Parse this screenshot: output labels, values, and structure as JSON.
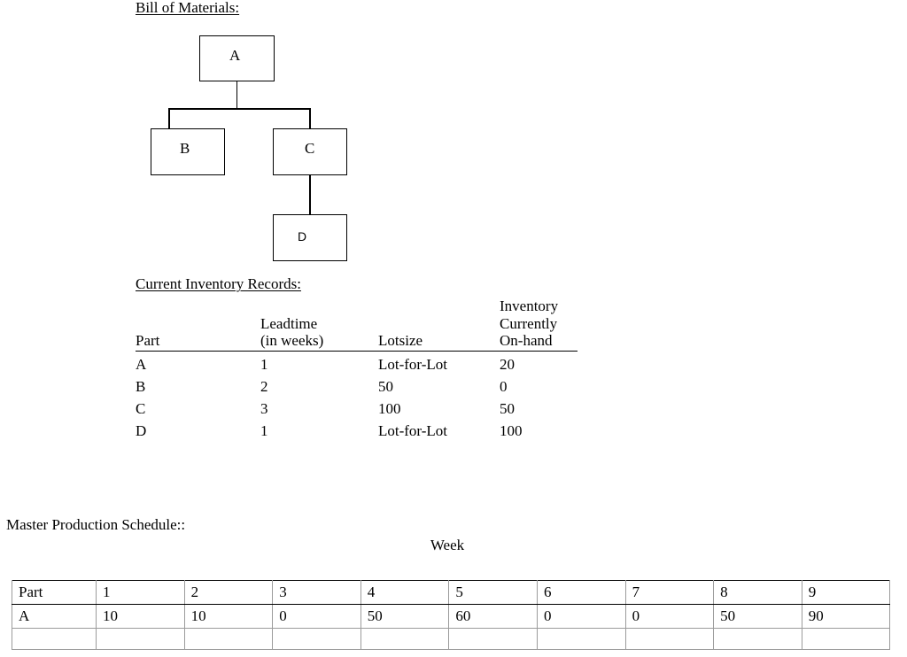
{
  "bom": {
    "heading": "Bill of Materials:",
    "nodes": [
      {
        "id": "a",
        "label": "A"
      },
      {
        "id": "b",
        "label": "B"
      },
      {
        "id": "c",
        "label": "C"
      },
      {
        "id": "d",
        "label": "D"
      }
    ]
  },
  "inventory": {
    "heading": "Current Inventory Records:",
    "headers": {
      "part": "Part",
      "leadtime": "Leadtime\n(in weeks)",
      "lotsize": "Lotsize",
      "onhand": "Inventory\nCurrently\nOn-hand"
    },
    "rows": [
      {
        "part": "A",
        "leadtime": "1",
        "lotsize": "Lot-for-Lot",
        "onhand": "20"
      },
      {
        "part": "B",
        "leadtime": "2",
        "lotsize": "50",
        "onhand": "0"
      },
      {
        "part": "C",
        "leadtime": "3",
        "lotsize": "100",
        "onhand": "50"
      },
      {
        "part": "D",
        "leadtime": "1",
        "lotsize": "Lot-for-Lot",
        "onhand": "100"
      }
    ]
  },
  "mps": {
    "heading": "Master Production Schedule::",
    "week_label": "Week",
    "part_header": "Part",
    "week_headers": [
      "1",
      "2",
      "3",
      "4",
      "5",
      "6",
      "7",
      "8",
      "9"
    ],
    "rows": [
      {
        "part": "A",
        "values": [
          "10",
          "10",
          "0",
          "50",
          "60",
          "0",
          "0",
          "50",
          "90"
        ]
      }
    ],
    "blank_row": {
      "part": "",
      "values": [
        "",
        "",
        "",
        "",
        "",
        "",
        "",
        "",
        ""
      ]
    }
  }
}
